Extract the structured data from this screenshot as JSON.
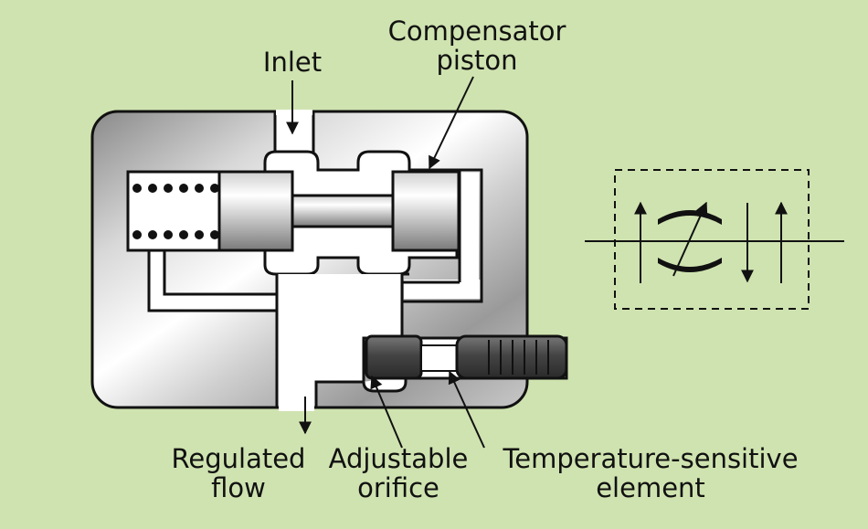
{
  "colors": {
    "background": "#cfe3b0",
    "body_fill": "#b5b5b5",
    "passage_fill": "#ffffff",
    "outline": "#111111"
  },
  "labels": {
    "inlet": "Inlet",
    "compensator_line1": "Compensator",
    "compensator_line2": "piston",
    "regulated_line1": "Regulated",
    "regulated_line2": "flow",
    "adjustable_line1": "Adjustable",
    "adjustable_line2": "orifice",
    "temperature_line1": "Temperature-sensitive",
    "temperature_line2": "element"
  },
  "symbol": {
    "name": "pressure-temperature-compensated-flow-control-symbol"
  }
}
